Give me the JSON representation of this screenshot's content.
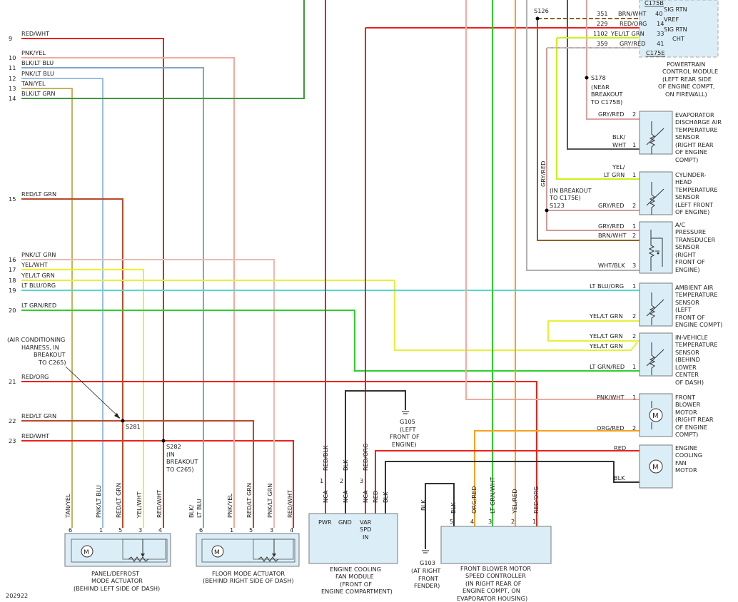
{
  "left_pins": [
    {
      "pin": "9",
      "wire": "RED/WHT"
    },
    {
      "pin": "10",
      "wire": "PNK/YEL"
    },
    {
      "pin": "11",
      "wire": "BLK/LT BLU"
    },
    {
      "pin": "12",
      "wire": "PNK/LT BLU"
    },
    {
      "pin": "13",
      "wire": "TAN/YEL"
    },
    {
      "pin": "14",
      "wire": "BLK/LT GRN"
    },
    {
      "pin": "15",
      "wire": "RED/LT GRN"
    },
    {
      "pin": "16",
      "wire": "PNK/LT GRN"
    },
    {
      "pin": "17",
      "wire": "YEL/WHT"
    },
    {
      "pin": "18",
      "wire": "YEL/LT GRN"
    },
    {
      "pin": "19",
      "wire": "LT BLU/ORG"
    },
    {
      "pin": "20",
      "wire": "LT GRN/RED"
    },
    {
      "pin": "21",
      "wire": "RED/ORG"
    },
    {
      "pin": "22",
      "wire": "RED/LT GRN"
    },
    {
      "pin": "23",
      "wire": "RED/WHT"
    }
  ],
  "pcm": {
    "connector_top": "C175B",
    "connector_bottom": "C175E",
    "rows": [
      {
        "circuit": "351",
        "wire": "BRN/WHT",
        "pin": "40",
        "signal": "VREF"
      },
      {
        "circuit": "229",
        "wire": "RED/ORG",
        "pin": "14",
        "signal": "SIG RTN"
      },
      {
        "circuit": "1102",
        "wire": "YEL/LT GRN",
        "pin": "33",
        "signal": "CHT"
      },
      {
        "circuit": "359",
        "wire": "GRY/RED",
        "pin": "41",
        "signal": ""
      }
    ],
    "top_signal": "SIG RTN",
    "label": [
      "POWERTRAIN",
      "CONTROL MODULE",
      "(LEFT REAR SIDE",
      "OF ENGINE COMPT,",
      "ON FIREWALL)"
    ]
  },
  "splices": {
    "s126": "S126",
    "s178": [
      "S178",
      "(NEAR",
      "BREAKOUT",
      "TO C175B)"
    ],
    "s123": [
      "(IN BREAKOUT",
      "TO C175E)",
      "S123"
    ],
    "s281": "S281",
    "s282": [
      "S282",
      "(IN",
      "BREAKOUT",
      "TO C265)"
    ],
    "ac_harness": [
      "(AIR CONDITIONING",
      "HARNESS, IN",
      "BREAKOUT",
      "TO C265)"
    ],
    "vertical_gry_red": "GRY/RED"
  },
  "sensors": [
    {
      "label": [
        "EVAPORATOR",
        "DISCHARGE AIR",
        "TEMPERATURE",
        "SENSOR",
        "(RIGHT REAR",
        "OF ENGINE",
        "COMPT)"
      ],
      "wires": [
        {
          "wire": "GRY/RED",
          "pin": "2"
        },
        {
          "wire": "BLK/",
          "wire2": "WHT",
          "pin": "1"
        }
      ]
    },
    {
      "label": [
        "CYLINDER-",
        "HEAD",
        "TEMPERATURE",
        "SENSOR",
        "(LEFT FRONT",
        "OF ENGINE)"
      ],
      "wires": [
        {
          "wire": "YEL/",
          "wire2": "LT GRN",
          "pin": "1"
        },
        {
          "wire": "GRY/RED",
          "pin": "2"
        }
      ]
    },
    {
      "label": [
        "A/C",
        "PRESSURE",
        "TRANSDUCER",
        "SENSOR",
        "(RIGHT",
        "FRONT OF",
        "ENGINE)"
      ],
      "wires": [
        {
          "wire": "GRY/RED",
          "pin": "1"
        },
        {
          "wire": "BRN/WHT",
          "pin": "2"
        },
        {
          "wire": "WHT/BLK",
          "pin": "3"
        }
      ]
    },
    {
      "label": [
        "AMBIENT AIR",
        "TEMPERATURE",
        "SENSOR",
        "(LEFT",
        "FRONT OF",
        "ENGINE COMPT)"
      ],
      "wires": [
        {
          "wire": "LT BLU/ORG",
          "pin": "1"
        },
        {
          "wire": "YEL/LT GRN",
          "pin": "2"
        }
      ]
    },
    {
      "label": [
        "IN-VEHICLE",
        "TEMPERATURE",
        "SENSOR",
        "(BEHIND",
        "LOWER",
        "CENTER",
        "OF DASH)"
      ],
      "wires": [
        {
          "wire": "YEL/LT GRN",
          "pin": "2"
        },
        {
          "wire": "YEL/LT GRN",
          "pin": ""
        },
        {
          "wire": "LT GRN/RED",
          "pin": "1"
        }
      ]
    },
    {
      "label": [
        "FRONT",
        "BLOWER",
        "MOTOR",
        "(RIGHT REAR",
        "OF ENGINE",
        "COMPT)"
      ],
      "wires": [
        {
          "wire": "PNK/WHT",
          "pin": "1"
        },
        {
          "wire": "ORG/RED",
          "pin": "2"
        }
      ]
    },
    {
      "label": [
        "ENGINE",
        "COOLING",
        "FAN",
        "MOTOR"
      ],
      "wires": [
        {
          "wire": "RED",
          "pin": ""
        },
        {
          "wire": "BLK",
          "pin": ""
        }
      ]
    }
  ],
  "panel_actuator": {
    "label": [
      "PANEL/DEFROST",
      "MODE ACTUATOR",
      "(BEHIND LEFT SIDE OF DASH)"
    ],
    "pins": [
      {
        "pin": "6",
        "wire": "TAN/YEL"
      },
      {
        "pin": "1",
        "wire": "PNK/LT BLU"
      },
      {
        "pin": "5",
        "wire": "RED/LT GRN"
      },
      {
        "pin": "3",
        "wire": "YEL/WHT"
      },
      {
        "pin": "4",
        "wire": "RED/WHT"
      }
    ]
  },
  "floor_actuator": {
    "label": [
      "FLOOR MODE ACTUATOR",
      "(BEHIND RIGHT SIDE OF DASH)"
    ],
    "pins": [
      {
        "pin": "6",
        "wire": "BLK/",
        "wire2": "LT BLU"
      },
      {
        "pin": "1",
        "wire": "PNK/YEL"
      },
      {
        "pin": "5",
        "wire": "RED/LT GRN"
      },
      {
        "pin": "3",
        "wire": "PNK/LT GRN"
      },
      {
        "pin": "4",
        "wire": "RED/WHT"
      }
    ]
  },
  "fan_module": {
    "label": [
      "ENGINE COOLING",
      "FAN MODULE",
      "(FRONT OF",
      "ENGINE COMPARTMENT)"
    ],
    "terminals": [
      "PWR",
      "GND",
      "VAR",
      "SPD",
      "IN"
    ],
    "pins": [
      {
        "nca": "NCA",
        "pin": "1",
        "wire": "RED/BLK"
      },
      {
        "nca": "NCA",
        "pin": "2",
        "wire": "BLK"
      },
      {
        "nca": "NCA",
        "pin": "3",
        "wire": "RED/ORG"
      }
    ],
    "extra_wires": [
      "RED",
      "BLK"
    ]
  },
  "blower_controller": {
    "label": [
      "FRONT BLOWER MOTOR",
      "SPEED CONTROLLER",
      "(IN RIGHT REAR OF",
      "ENGINE COMPT, ON",
      "EVAPORATOR HOUSING)"
    ],
    "pins": [
      {
        "pin": "5",
        "wire": "BLK"
      },
      {
        "pin": "4",
        "wire": "ORG/RED"
      },
      {
        "pin": "3",
        "wire": "LT GRN/WHT"
      },
      {
        "pin": "2",
        "wire": "YEL/RED"
      },
      {
        "pin": "1",
        "wire": "RED/ORG"
      }
    ],
    "blk_wire": "BLK"
  },
  "grounds": {
    "g105": [
      "G105",
      "(LEFT",
      "FRONT OF",
      "ENGINE)"
    ],
    "g103": [
      "G103",
      "(AT RIGHT",
      "FRONT",
      "FENDER)"
    ]
  },
  "figure_number": "202922",
  "colors": {
    "red": "#e8231c",
    "pink": "#f2a9a2",
    "blue": "#9bbde3",
    "tan": "#c9b15c",
    "green": "#3d9a3a",
    "yellow": "#f1f10a",
    "cyan": "#59d7cf",
    "lightgreen": "#2ecf2b",
    "orange": "#f7a11e",
    "gray": "#b0b0b0",
    "brown": "#8e6318",
    "black": "#222222",
    "ygreen": "#c9f21a"
  }
}
